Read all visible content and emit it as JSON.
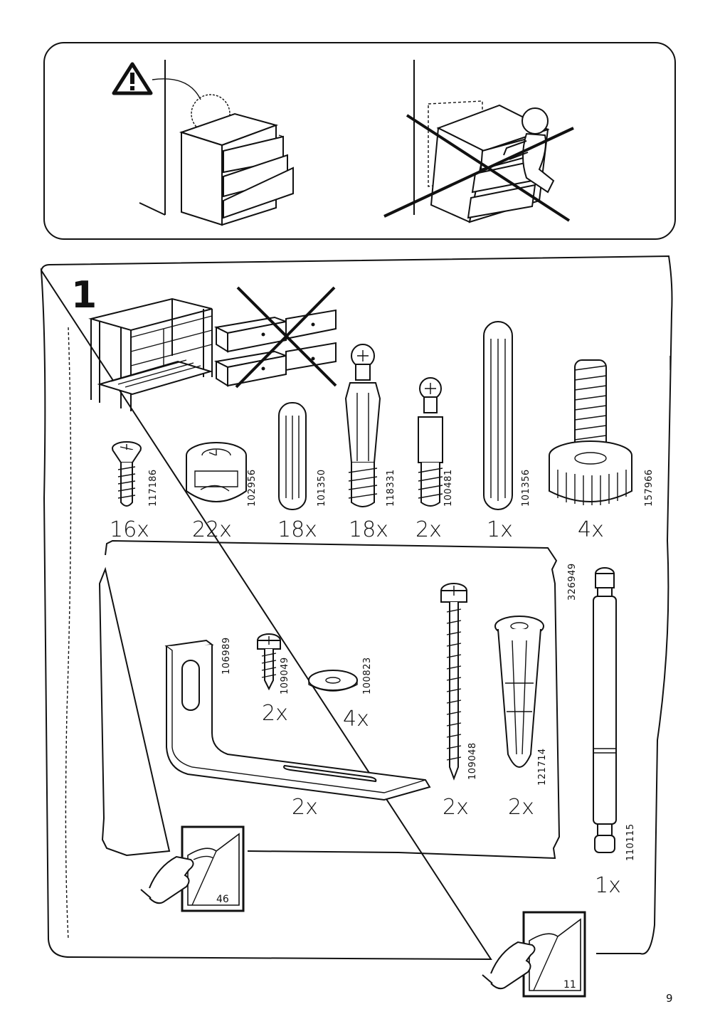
{
  "step": {
    "number": "1"
  },
  "parts_row": [
    {
      "id": "117186",
      "qty": "16x"
    },
    {
      "id": "102956",
      "qty": "22x"
    },
    {
      "id": "101350",
      "qty": "18x"
    },
    {
      "id": "118331",
      "qty": "18x"
    },
    {
      "id": "100481",
      "qty": "2x"
    },
    {
      "id": "101356",
      "qty": "1x"
    },
    {
      "id": "157966",
      "qty": "4x"
    }
  ],
  "wall_kit": {
    "bracket": {
      "id": "106989",
      "qty": "2x"
    },
    "small_screw": {
      "id": "109049",
      "qty": "2x"
    },
    "washer": {
      "id": "100823",
      "qty": "4x"
    },
    "long_screw": {
      "id": "109048",
      "qty": "2x"
    },
    "wall_plug": {
      "id": "121714",
      "qty": "2x"
    }
  },
  "rod": {
    "top_id": "326949",
    "bottom_id": "110115",
    "qty": "1x"
  },
  "page_refs": {
    "inner": "46",
    "outer": "11"
  },
  "page_number": "9"
}
